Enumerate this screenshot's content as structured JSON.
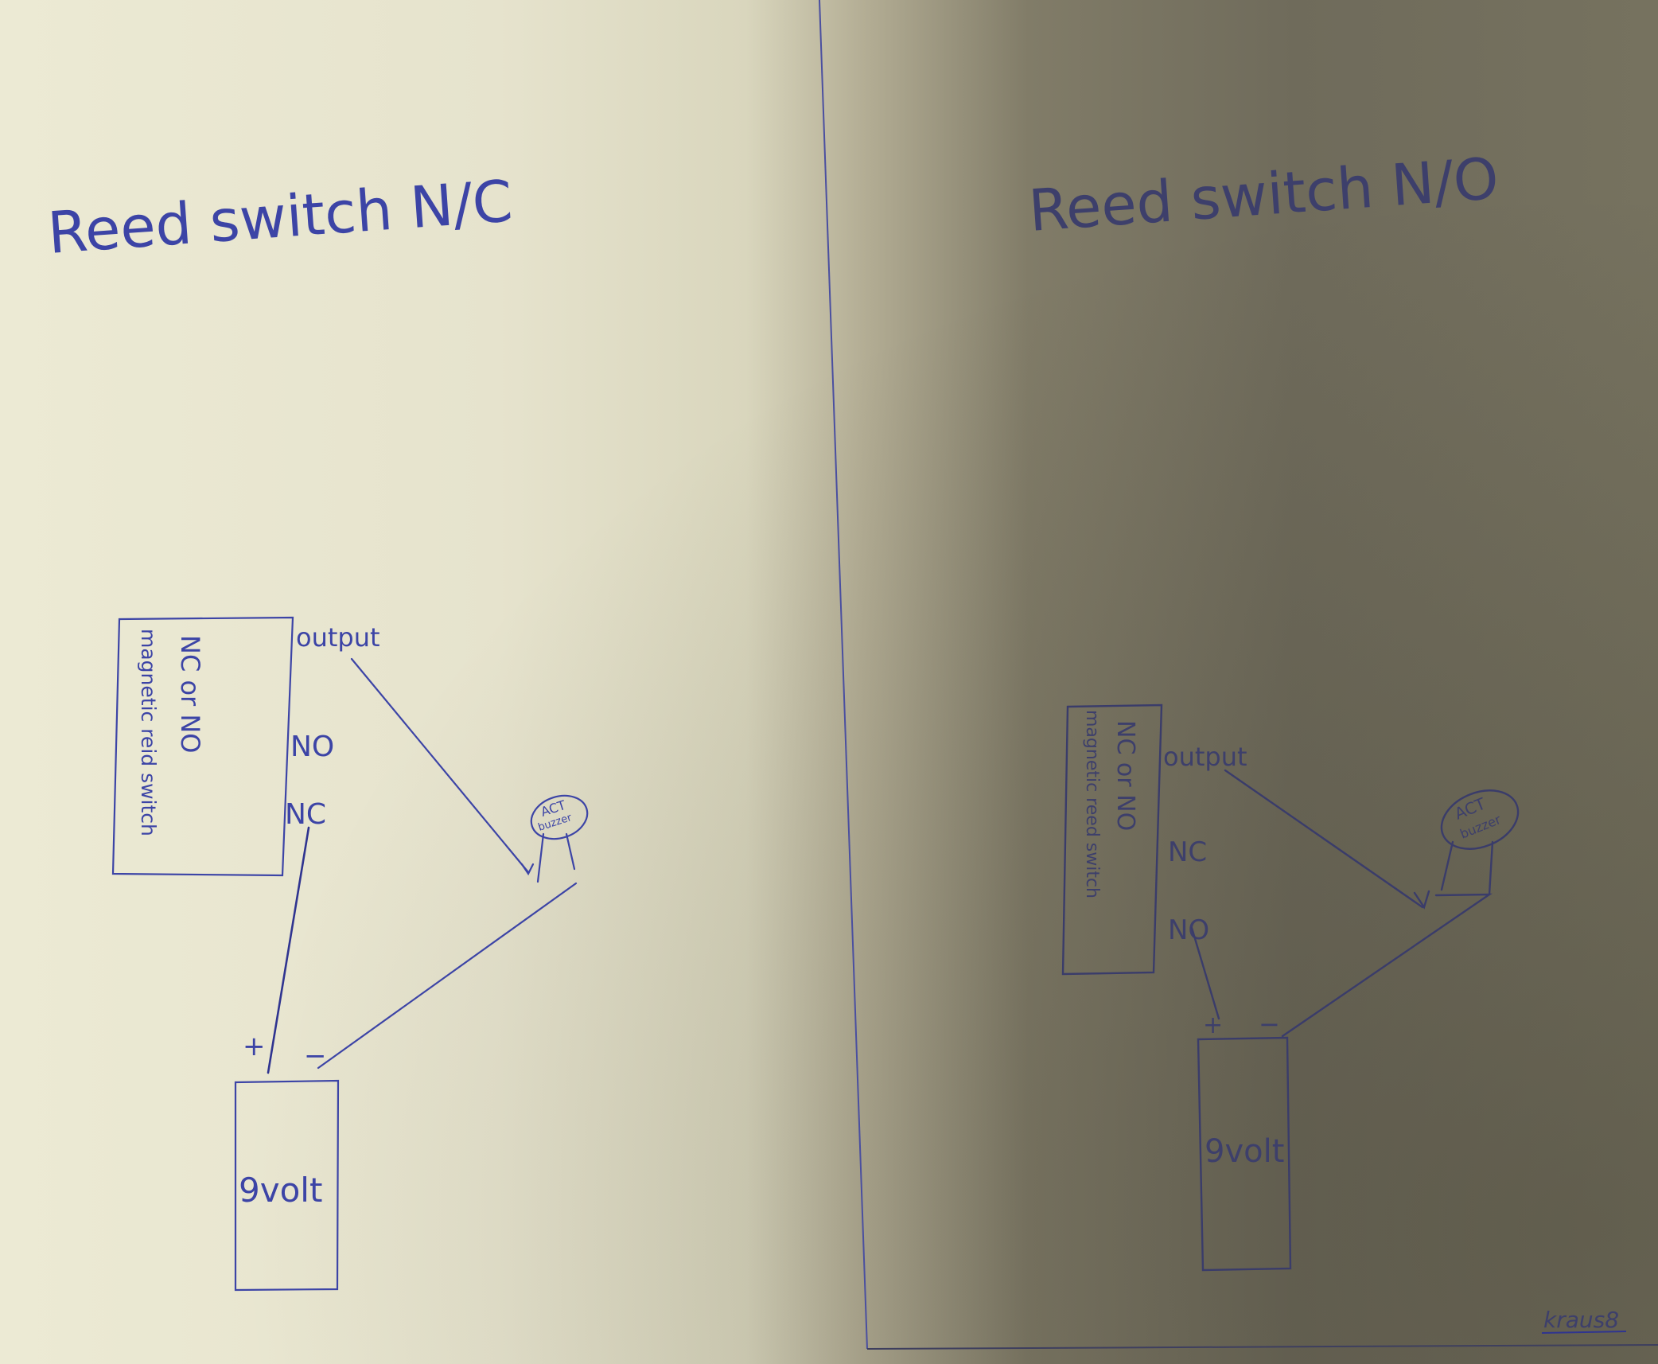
{
  "left": {
    "title": "Reed switch N/C",
    "switch_label_line1": "NC or NO",
    "switch_label_line2": "magnetic reid switch",
    "output_label": "output",
    "pin1_label": "NO",
    "pin2_label": "NC",
    "battery_label": "9volt",
    "plus": "+",
    "minus": "−",
    "led_label_line1": "ACT",
    "led_label_line2": "buzzer"
  },
  "right": {
    "title": "Reed switch N/O",
    "switch_label_line1": "NC or NO",
    "switch_label_line2": "magnetic reed switch",
    "output_label": "output",
    "pin1_label": "NC",
    "pin2_label": "NO",
    "battery_label": "9volt",
    "plus": "+",
    "minus": "−",
    "led_label_line1": "ACT",
    "led_label_line2": "buzzer"
  },
  "signature": "kraus8",
  "colors": {
    "ink": "#3c44a6",
    "paper": "#ecead4",
    "shadow": "#6f6b5b"
  }
}
